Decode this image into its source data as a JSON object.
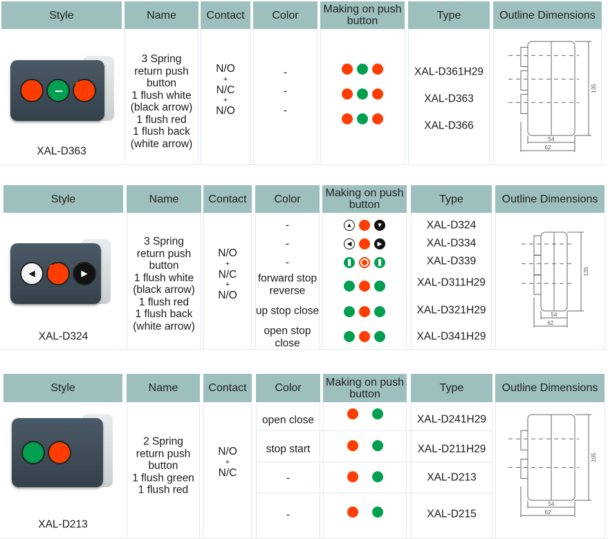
{
  "headers": {
    "style": "Style",
    "name": "Name",
    "contact": "Contact",
    "color": "Color",
    "making": "Making on push button",
    "type": "Type",
    "outline": "Outline Dimensions"
  },
  "colors": {
    "header_bg": "#9dc0be",
    "red": "#ff3d00",
    "green": "#00a050",
    "box": "#3e4d59"
  },
  "sections": [
    {
      "model": "XAL-D363",
      "name": [
        "3 Spring",
        "return push",
        "button",
        "1 flush white",
        "(black arrow)",
        "1 flush red",
        "1 flush back",
        "(white arrow)"
      ],
      "contact": [
        "N/O",
        "+",
        "N/C",
        "+",
        "N/O"
      ],
      "product_buttons": [
        "red",
        "green-bar",
        "red-ring"
      ],
      "rows": [
        {
          "color": [
            "-"
          ],
          "buttons": [
            "red",
            "green",
            "red"
          ],
          "type": "XAL-D361H29"
        },
        {
          "color": [
            "-"
          ],
          "buttons": [
            "red",
            "green",
            "red"
          ],
          "type": "XAL-D363"
        },
        {
          "color": [
            "-"
          ],
          "buttons": [
            "red",
            "green",
            "red"
          ],
          "type": "XAL-D366"
        }
      ],
      "outline": {
        "height": "135",
        "inner_width": "54",
        "outer_width": "62",
        "knobs": 3
      }
    },
    {
      "model": "XAL-D324",
      "name": [
        "3 Spring",
        "return push",
        "button",
        "1 flush white",
        "(black arrow)",
        "1 flush red",
        "1 flush back",
        "(white arrow)"
      ],
      "contact": [
        "N/O",
        "+",
        "N/C",
        "+",
        "N/O"
      ],
      "product_buttons": [
        "white-left",
        "red-ring",
        "black-right"
      ],
      "rows": [
        {
          "color": [
            "-"
          ],
          "buttons": [
            "white-up",
            "red",
            "black-down"
          ],
          "type": "XAL-D324"
        },
        {
          "color": [
            "-"
          ],
          "buttons": [
            "white-left",
            "red",
            "black-right"
          ],
          "type": "XAL-D334"
        },
        {
          "color": [
            "-"
          ],
          "buttons": [
            "green-bar",
            "red-ring",
            "green-bar"
          ],
          "type": "XAL-D339"
        },
        {
          "color": [
            "forward stop",
            "reverse"
          ],
          "buttons": [
            "green",
            "red",
            "green"
          ],
          "type": "XAL-D311H29"
        },
        {
          "color": [
            "up stop close"
          ],
          "buttons": [
            "green",
            "red",
            "green"
          ],
          "type": "XAL-D321H29"
        },
        {
          "color": [
            "open stop",
            "close"
          ],
          "buttons": [
            "green",
            "red",
            "green"
          ],
          "type": "XAL-D341H29"
        }
      ],
      "outline": {
        "height": "135",
        "inner_width": "54",
        "outer_width": "62",
        "knobs": 3
      }
    },
    {
      "model": "XAL-D213",
      "name": [
        "2 Spring",
        "return push",
        "button",
        "1 flush green",
        "1 flush red"
      ],
      "contact": [
        "N/O",
        "+",
        "N/C"
      ],
      "product_buttons": [
        "green",
        "red"
      ],
      "rows": [
        {
          "color": [
            "open close"
          ],
          "buttons": [
            "red",
            "green"
          ],
          "type": "XAL-D241H29"
        },
        {
          "color": [
            "stop start"
          ],
          "buttons": [
            "red",
            "green"
          ],
          "type": "XAL-D211H29"
        },
        {
          "color": [
            "-"
          ],
          "buttons": [
            "red",
            "green"
          ],
          "type": "XAL-D213"
        },
        {
          "color": [
            "-"
          ],
          "buttons": [
            "red",
            "green"
          ],
          "type": "XAL-D215"
        }
      ],
      "outline": {
        "height": "105",
        "inner_width": "54",
        "outer_width": "62",
        "knobs": 2
      }
    }
  ]
}
